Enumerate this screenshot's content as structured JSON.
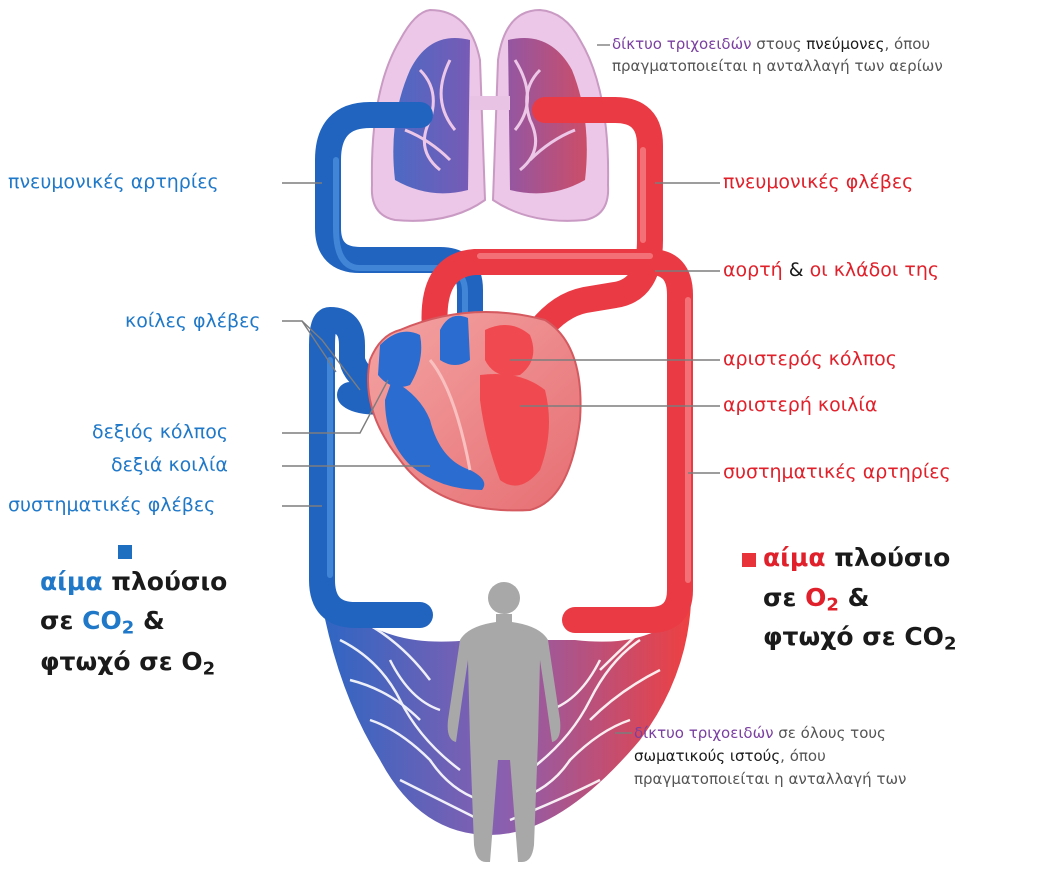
{
  "colors": {
    "oxygen_poor": "#1f6fc0",
    "oxygen_rich": "#e8333b",
    "label_blue": "#1f78c8",
    "label_red": "#e0202a",
    "highlight_purple": "#7a3fa0",
    "lung_fill": "#e9c4e4",
    "human_figure": "#a8a8a8"
  },
  "lungs_note": {
    "part1": "δίκτυο τριχοειδών",
    "part2": " στους ",
    "part3": "πνεύμονες",
    "part4": ", όπου",
    "line2": "πραγματοποιείται η ανταλλαγή των αερίων"
  },
  "labels_left": {
    "pulmonary_arteries": "πνευμονικές αρτηρίες",
    "venae_cavae": "κοίλες φλέβες",
    "right_atrium": "δεξιός κόλπος",
    "right_ventricle": "δεξιά κοιλία",
    "systemic_veins": "συστηματικές φλέβες"
  },
  "labels_right": {
    "pulmonary_veins": "πνευμονικές φλέβες",
    "aorta": "αορτή",
    "aorta_amp": " & ",
    "aorta_branches": "οι κλάδοι της",
    "left_atrium": "αριστερός κόλπος",
    "left_ventricle": "αριστερή κοιλία",
    "systemic_arteries": "συστηματικές αρτηρίες"
  },
  "legend_left": {
    "blood": "αίμα",
    "rich": " πλούσιο",
    "in": "σε ",
    "co2_c": "CO",
    "co2_sub": "2",
    "amp": " &",
    "poor_in": "φτωχό σε O",
    "poor_sub": "2"
  },
  "legend_right": {
    "blood": "αίμα",
    "rich": " πλούσιο",
    "in": "σε ",
    "o2_o": "O",
    "o2_sub": "2",
    "amp": " &",
    "poor_in": "φτωχό σε CO",
    "poor_sub": "2"
  },
  "body_note": {
    "part1": "δίκτυο τριχοειδών",
    "part2": " σε όλους τους",
    "part3": "σωματικούς ιστούς",
    "part4": ", όπου",
    "line3": "πραγματοποιείται η ανταλλαγή των"
  }
}
